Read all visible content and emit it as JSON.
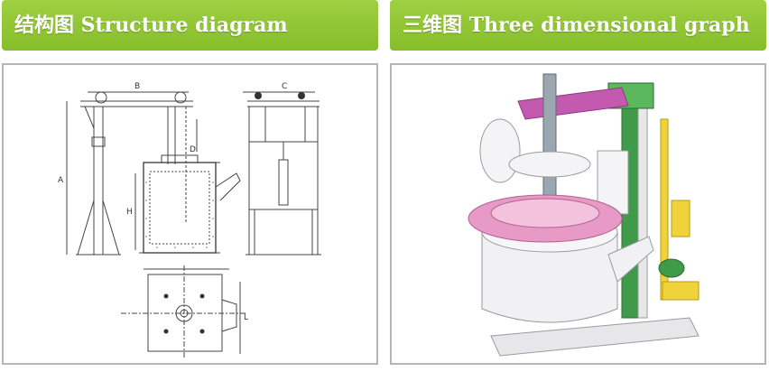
{
  "panels": {
    "structure": {
      "title": "结构图 Structure diagram",
      "labels": {
        "b": "B",
        "c": "C",
        "a": "A",
        "h": "H",
        "l": "L",
        "d": "D"
      }
    },
    "three_d": {
      "title": "三维图 Three dimensional graph"
    }
  },
  "colors": {
    "banner_green": "#93c83a",
    "frame_border": "#b5b5b5",
    "electrode_grey": "#9aa6b0",
    "roof_pink": "#e79ac6",
    "arm_magenta": "#c45ab0",
    "mast_green": "#3f9a4a",
    "pipe_yellow": "#f0d23a"
  }
}
